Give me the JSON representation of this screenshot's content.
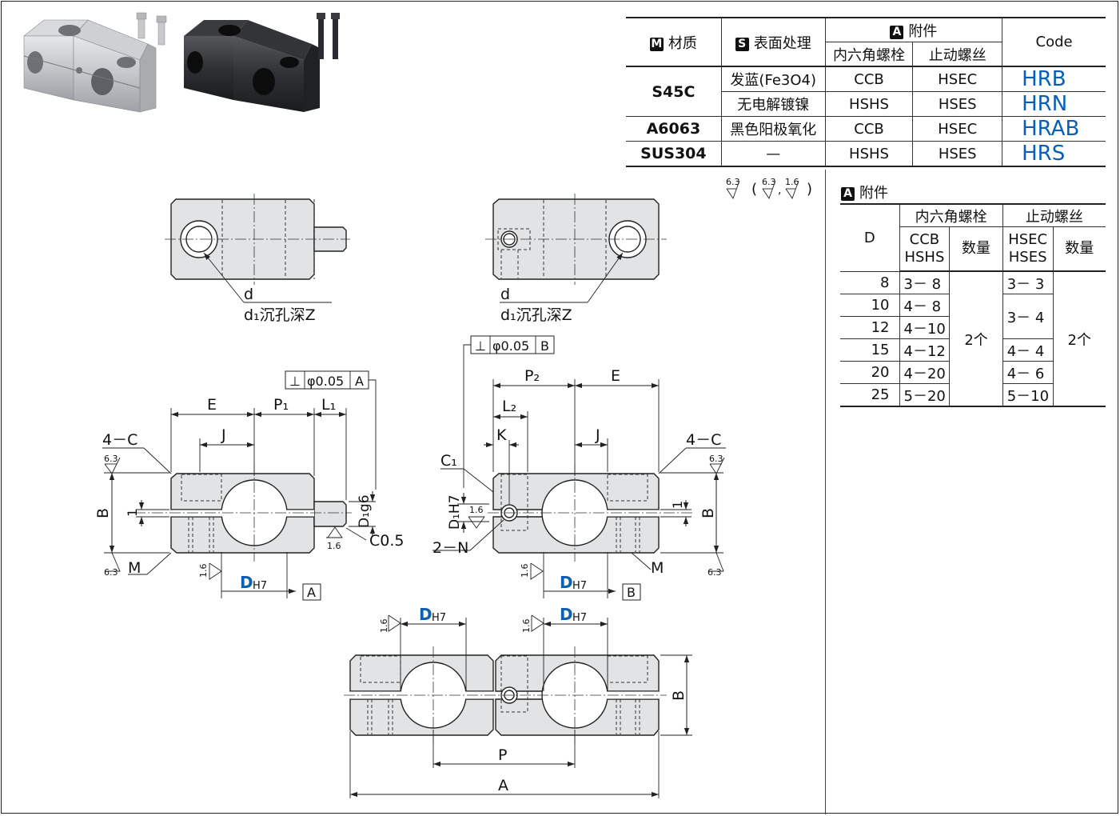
{
  "material_table": {
    "headers": {
      "material_badge": "M",
      "material": "材质",
      "surface_badge": "S",
      "surface": "表面处理",
      "accessory_badge": "A",
      "accessory": "附件",
      "hex_bolt": "内六角螺栓",
      "set_screw": "止动螺丝",
      "code": "Code"
    },
    "rows": [
      {
        "material": "S45C",
        "surface": "发蓝(Fe3O4)",
        "bolt": "CCB",
        "screw": "HSEC",
        "code": "HRB"
      },
      {
        "material": "",
        "surface": "无电解镀镍",
        "bolt": "HSHS",
        "screw": "HSES",
        "code": "HRN"
      },
      {
        "material": "A6063",
        "surface": "黑色阳极氧化",
        "bolt": "CCB",
        "screw": "HSEC",
        "code": "HRAB"
      },
      {
        "material": "SUS304",
        "surface": "—",
        "bolt": "HSHS",
        "screw": "HSES",
        "code": "HRS"
      }
    ]
  },
  "accessory_table": {
    "badge": "A",
    "title": "附件",
    "col_d": "D",
    "hex_bolt": "内六角螺栓",
    "set_screw": "止动螺丝",
    "bolt_types_1": "CCB",
    "bolt_types_2": "HSHS",
    "screw_types_1": "HSEC",
    "screw_types_2": "HSES",
    "qty": "数量",
    "qty_value": "2个",
    "rows": [
      {
        "d": "8",
        "bolt": "3－ 8",
        "screw": "3－ 3"
      },
      {
        "d": "10",
        "bolt": "4－ 8",
        "screw": "3－ 4"
      },
      {
        "d": "12",
        "bolt": "4－10",
        "screw": ""
      },
      {
        "d": "15",
        "bolt": "4－12",
        "screw": "4－ 4"
      },
      {
        "d": "20",
        "bolt": "4－20",
        "screw": "4－ 6"
      },
      {
        "d": "25",
        "bolt": "5－20",
        "screw": "5－10"
      }
    ]
  },
  "drawing": {
    "roughness_note": {
      "r1": "6.3",
      "r2": "6.3",
      "r3": "1.6"
    },
    "labels": {
      "d": "d",
      "d1_counterbore": "d₁沉孔深Z",
      "E": "E",
      "P1": "P₁",
      "L1": "L₁",
      "J": "J",
      "P2": "P₂",
      "L2": "L₂",
      "K": "K",
      "four_C": "4－C",
      "C1": "C₁",
      "B": "B",
      "M": "M",
      "one": "1",
      "D1g6": "D₁g6",
      "D1H7": "D₁H7",
      "C05": "C0.5",
      "two_N": "2－N",
      "DH7": "D",
      "H7": "H7",
      "tol_A": "⊥ φ0.05 A",
      "tol_B": "⊥ φ0.05 B",
      "datum_A": "A",
      "datum_B": "B",
      "P": "P",
      "A": "A",
      "r63": "6.3",
      "r16": "1.6"
    }
  }
}
